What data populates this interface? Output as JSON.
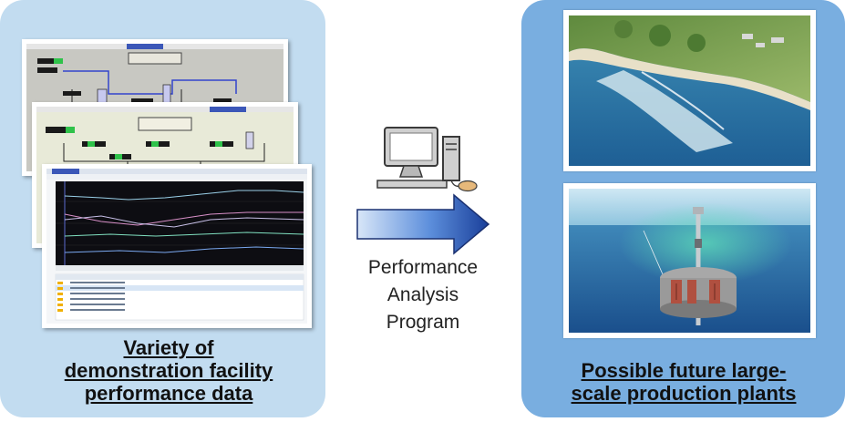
{
  "left_panel": {
    "caption_lines": [
      "Variety of",
      "demonstration facility",
      "performance data"
    ]
  },
  "center": {
    "label_lines": [
      "Performance",
      "Analysis",
      "Program"
    ]
  },
  "right_panel": {
    "caption_lines": [
      "Possible future large-",
      "scale production plants"
    ]
  },
  "colors": {
    "left_panel_bg": "#c2dcf0",
    "right_panel_bg": "#79aee0",
    "arrow_dark": "#1a3f9a",
    "arrow_light": "#d8e6f8"
  }
}
